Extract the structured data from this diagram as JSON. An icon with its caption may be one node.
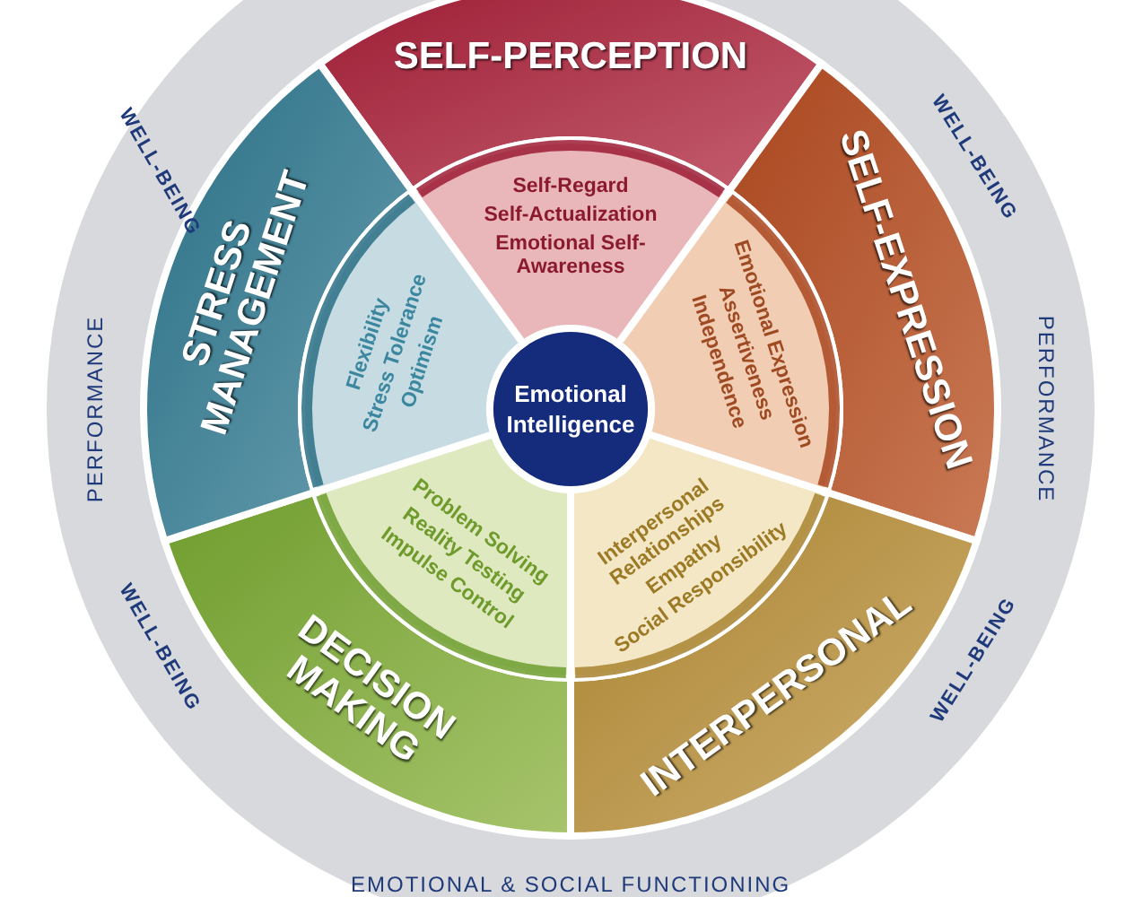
{
  "diagram": {
    "nodes": [
      {
        "text": [
          "Emotional Intelligence"
        ]
      },
      {
        "text": [
          "SELF-PERCEPTION",
          "Self-Regard",
          "Self-Actualization",
          "Emotional Self-Awareness"
        ]
      },
      {
        "text": [
          "SELF-EXPRESSION",
          "Emotional Expression",
          "Assertiveness",
          "Independence"
        ]
      },
      {
        "text": [
          "INTERPERSONAL",
          "Interpersonal Relationships",
          "Empathy",
          "Social Responsibility"
        ]
      },
      {
        "text": [
          "DECISION MAKING",
          "Problem Solving",
          "Reality Testing",
          "Impulse Control"
        ]
      },
      {
        "text": [
          "STRESS MANAGEMENT",
          "Flexibility",
          "Stress Tolerance",
          "Optimism"
        ]
      }
    ],
    "labels": [
      "WELL-BEING",
      "WELL-BEING",
      "PERFORMANCE",
      "PERFORMANCE",
      "WELL-BEING",
      "WELL-BEING",
      "EMOTIONAL & SOCIAL FUNCTIONING"
    ]
  }
}
